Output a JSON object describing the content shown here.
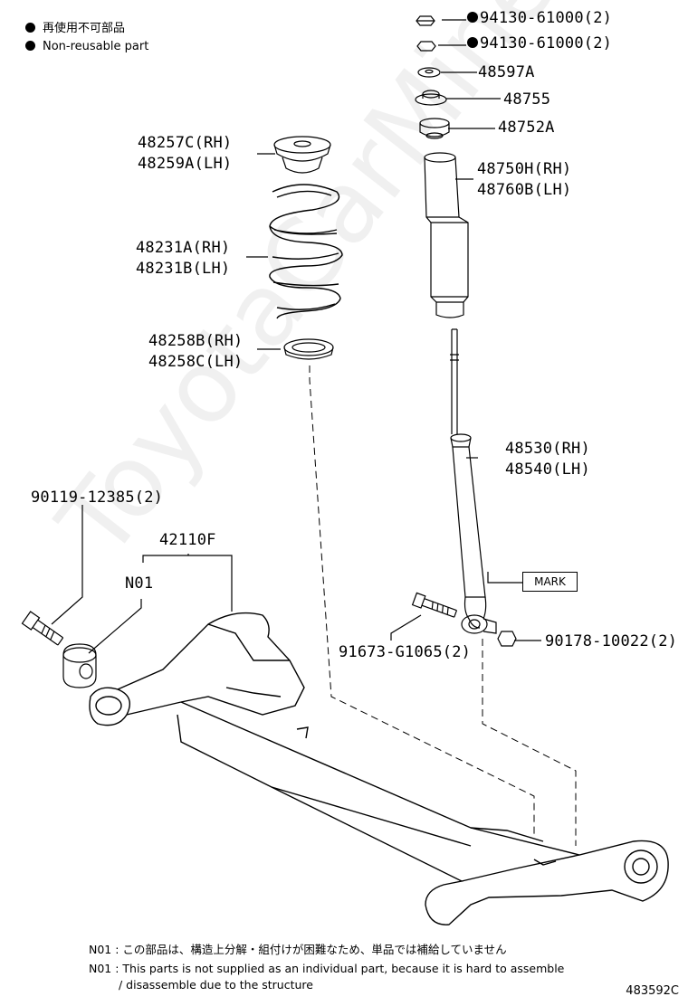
{
  "legend": {
    "jp": "再使用不可部品",
    "en": "Non-reusable part"
  },
  "parts": {
    "p94130_a": "94130-61000(2)",
    "p94130_b": "94130-61000(2)",
    "p48597": "48597A",
    "p48755": "48755",
    "p48752": "48752A",
    "p48750_rh": "48750H(RH)",
    "p48760_lh": "48760B(LH)",
    "p48257_rh": "48257C(RH)",
    "p48259_lh": "48259A(LH)",
    "p48231_rh": "48231A(RH)",
    "p48231_lh": "48231B(LH)",
    "p48258_rh": "48258B(RH)",
    "p48258_lh": "48258C(LH)",
    "p48530_rh": "48530(RH)",
    "p48540_lh": "48540(LH)",
    "p90119": "90119-12385(2)",
    "p42110": "42110F",
    "n01": "N01",
    "p91673": "91673-G1065(2)",
    "p90178": "90178-10022(2)"
  },
  "mark_label": "MARK",
  "notes": {
    "jp": "N01 : この部品は、構造上分解・組付けが困難なため、単品では補給していません",
    "en1": "N01 : This parts is not supplied as an individual part, because it is hard to assemble",
    "en2": "/ disassemble due to the structure"
  },
  "diagram_code": "483592C",
  "watermark": "ToyotaCarMine.ru"
}
